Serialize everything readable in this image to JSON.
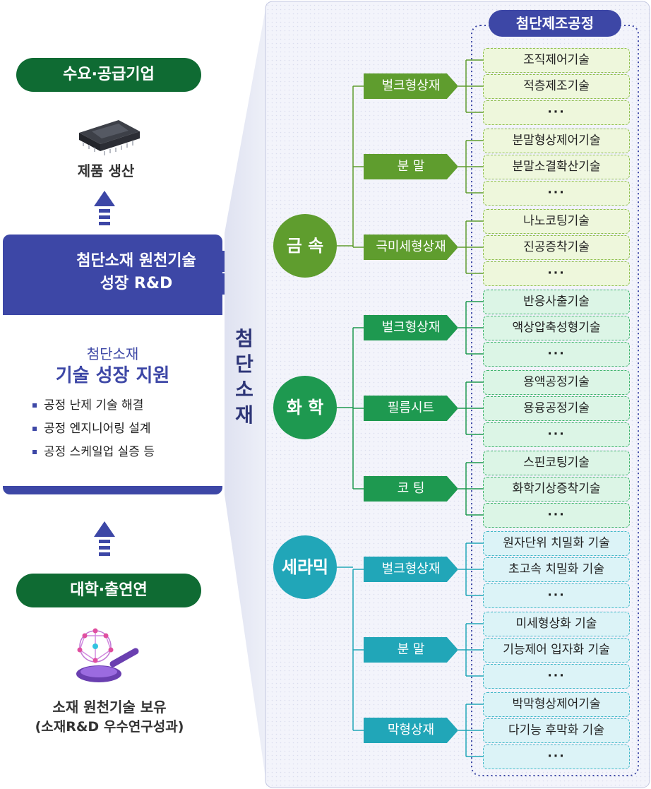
{
  "left": {
    "demand_supply": "수요·공급기업",
    "product_production": "제품 생산",
    "rd_title_line1": "첨단소재 원천기술",
    "rd_title_line2": "성장 R&D",
    "support_line1": "첨단소재",
    "support_line2": "기술 성장 지원",
    "bullets": [
      "공정 난제 기술 해결",
      "공정 엔지니어링 설계",
      "공정 스케일업 실증 등"
    ],
    "university": "대학·출연연",
    "holding_line1": "소재 원천기술 보유",
    "holding_line2": "(소재R&D 우수연구성과)"
  },
  "vertical_label": [
    "첨",
    "단",
    "소",
    "재"
  ],
  "process_title": "첨단제조공정",
  "ellipsis": "···",
  "colors": {
    "metal": "#5f9d2e",
    "chemistry": "#1e9950",
    "ceramic": "#21a6b8",
    "navy": "#3d47a6",
    "dark_green": "#0f6b33"
  },
  "materials": [
    {
      "name": "금 속",
      "subs": [
        {
          "name": "벌크형상재",
          "techs": [
            "조직제어기술",
            "적층제조기술"
          ]
        },
        {
          "name": "분 말",
          "techs": [
            "분말형상제어기술",
            "분말소결확산기술"
          ]
        },
        {
          "name": "극미세형상재",
          "techs": [
            "나노코팅기술",
            "진공증착기술"
          ]
        }
      ]
    },
    {
      "name": "화 학",
      "subs": [
        {
          "name": "벌크형상재",
          "techs": [
            "반응사출기술",
            "액상압축성형기술"
          ]
        },
        {
          "name": "필름시트",
          "techs": [
            "용액공정기술",
            "용융공정기술"
          ]
        },
        {
          "name": "코 팅",
          "techs": [
            "스핀코팅기술",
            "화학기상증착기술"
          ]
        }
      ]
    },
    {
      "name": "세라믹",
      "subs": [
        {
          "name": "벌크형상재",
          "techs": [
            "원자단위 치밀화 기술",
            "초고속 치밀화 기술"
          ]
        },
        {
          "name": "분 말",
          "techs": [
            "미세형상화 기술",
            "기능제어 입자화 기술"
          ]
        },
        {
          "name": "막형상재",
          "techs": [
            "박막형상제어기술",
            "다기능 후막화 기술"
          ]
        }
      ]
    }
  ]
}
